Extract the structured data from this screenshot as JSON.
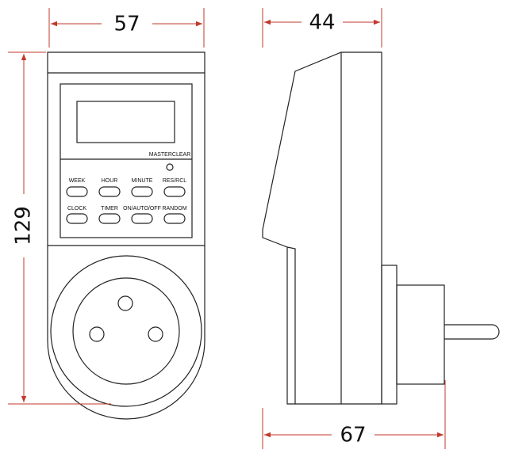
{
  "dimensions": {
    "width": "57",
    "height": "129",
    "depth": "44",
    "total_depth": "67"
  },
  "panel": {
    "masterclear": "MASTERCLEAR",
    "buttons_row1": [
      "WEEK",
      "HOUR",
      "MINUTE",
      "RES/RCL"
    ],
    "buttons_row2": [
      "CLOCK",
      "TIMER",
      "ON/AUTO/OFF",
      "RANDOM"
    ]
  },
  "colors": {
    "dimension": "#c0392b",
    "outline": "#222222"
  }
}
